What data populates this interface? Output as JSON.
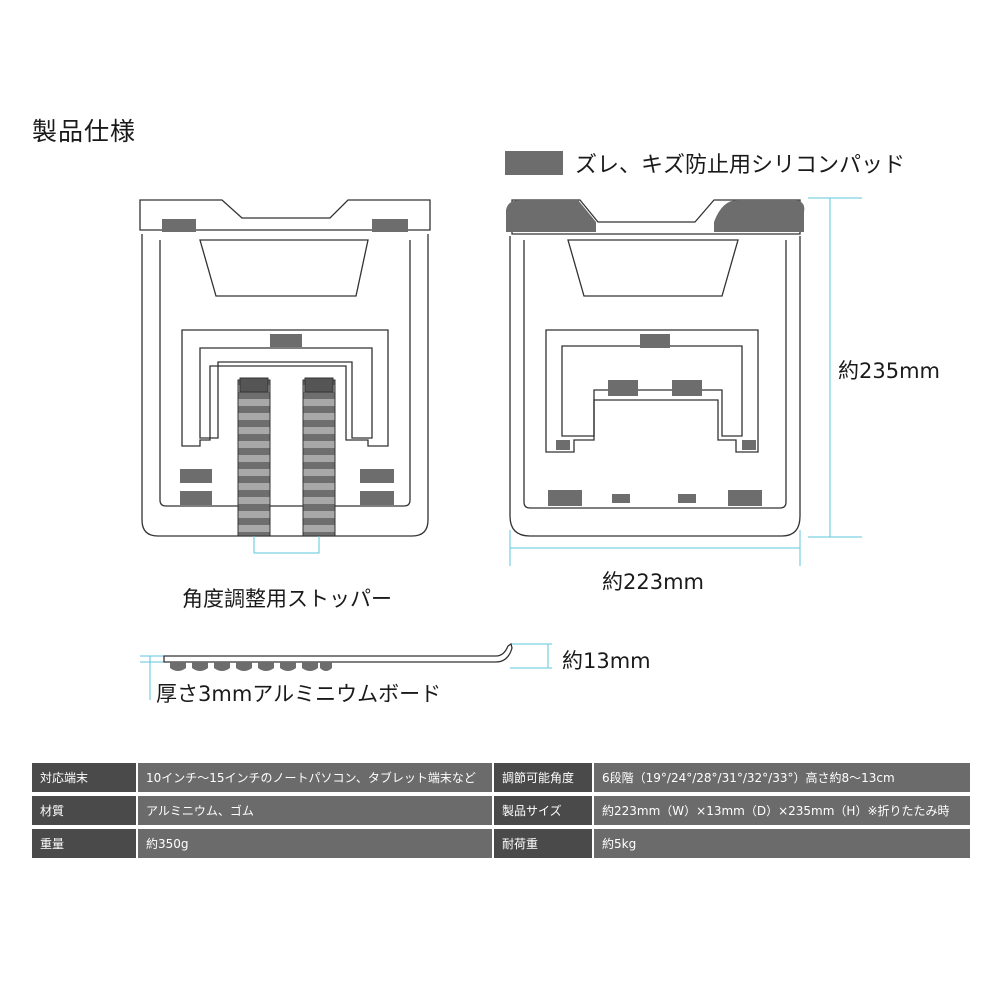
{
  "title": "製品仕様",
  "legend": {
    "text": "ズレ、キズ防止用シリコンパッド",
    "swatch_color": "#6d6d6d"
  },
  "dimensions": {
    "height": "約235mm",
    "width": "約223mm",
    "thickness": "約13mm"
  },
  "labels": {
    "stopper": "角度調整用ストッパー",
    "board": "厚さ3mmアルミニウムボード"
  },
  "specs": [
    [
      {
        "key": "対応端末",
        "value": "10インチ〜15インチのノートパソコン、タブレット端末など"
      },
      {
        "key": "調節可能角度",
        "value": "6段階（19°/24°/28°/31°/32°/33°）高さ約8〜13cm"
      }
    ],
    [
      {
        "key": "材質",
        "value": "アルミニウム、ゴム"
      },
      {
        "key": "製品サイズ",
        "value": "約223mm（W）×13mm（D）×235mm（H）※折りたたみ時"
      }
    ],
    [
      {
        "key": "重量",
        "value": "約350g"
      },
      {
        "key": "耐荷重",
        "value": "約5kg"
      }
    ]
  ]
}
